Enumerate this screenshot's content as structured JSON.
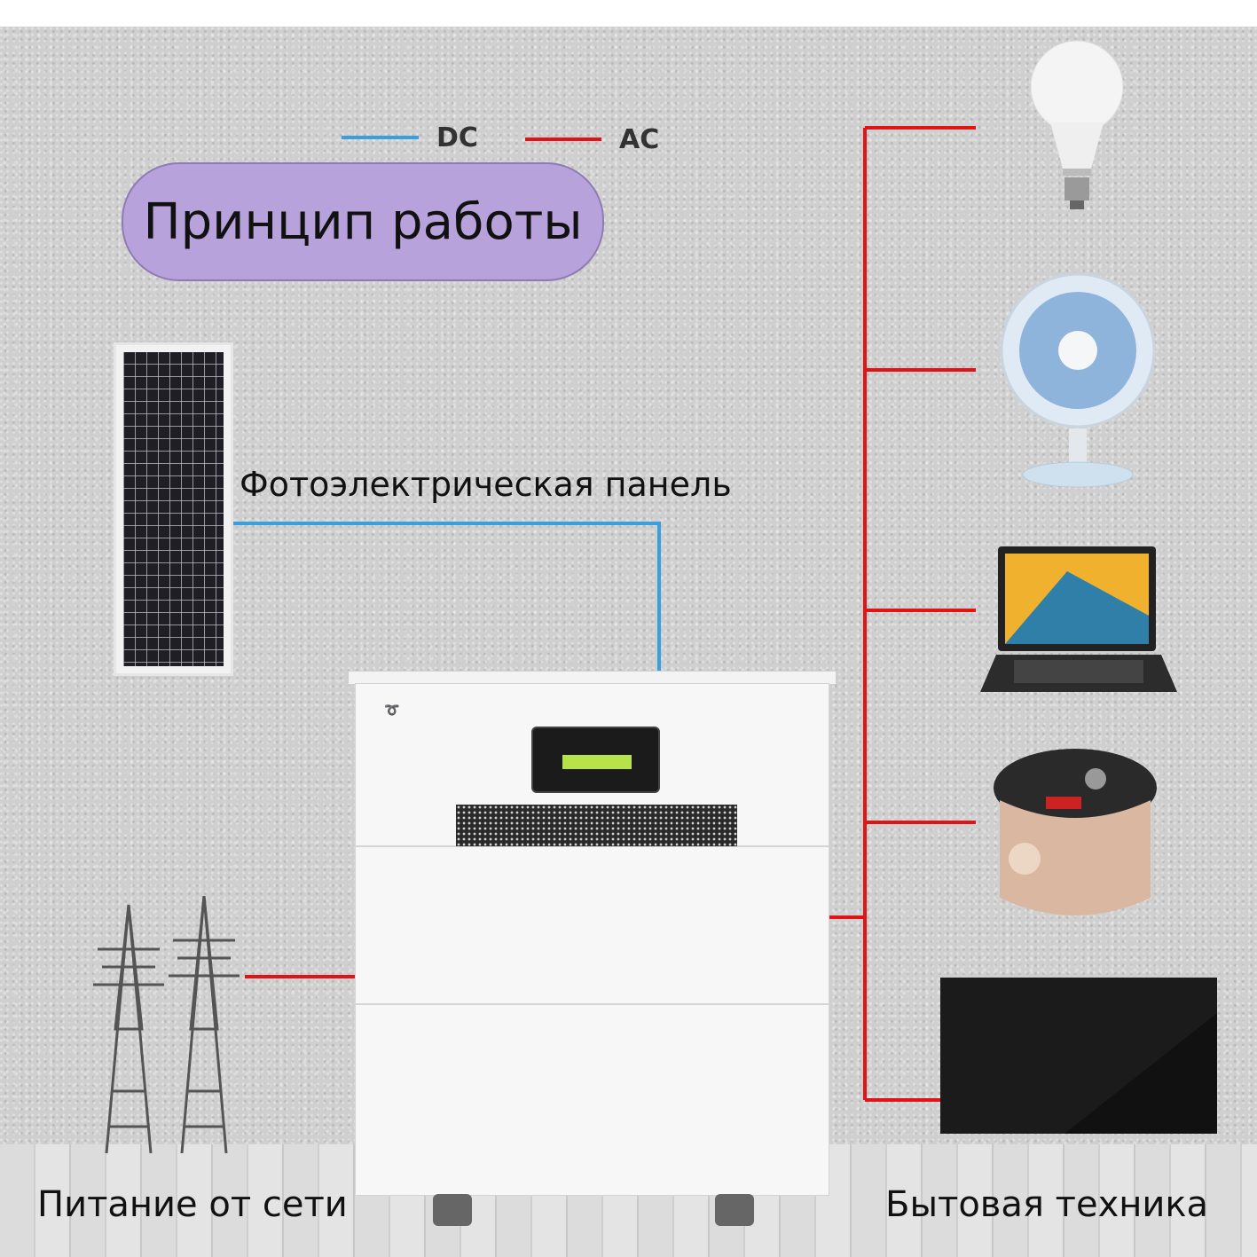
{
  "legend": {
    "dc_label": "DC",
    "ac_label": "AC",
    "dc_color": "#3b9fdc",
    "ac_color": "#e01414"
  },
  "title": "Принцип работы",
  "labels": {
    "pv_panel": "Фотоэлектрическая панель",
    "grid": "Питание от сети",
    "appliances": "Бытовая техника"
  },
  "icons": {
    "solar": "solar-panel-icon",
    "unit": "energy-storage-unit",
    "grid": "power-tower-icon",
    "bulb": "light-bulb-icon",
    "fan": "desk-fan-icon",
    "laptop": "laptop-icon",
    "cooker": "rice-cooker-icon",
    "tv": "tv-icon"
  },
  "title_pill_color": "#b7a2dc"
}
